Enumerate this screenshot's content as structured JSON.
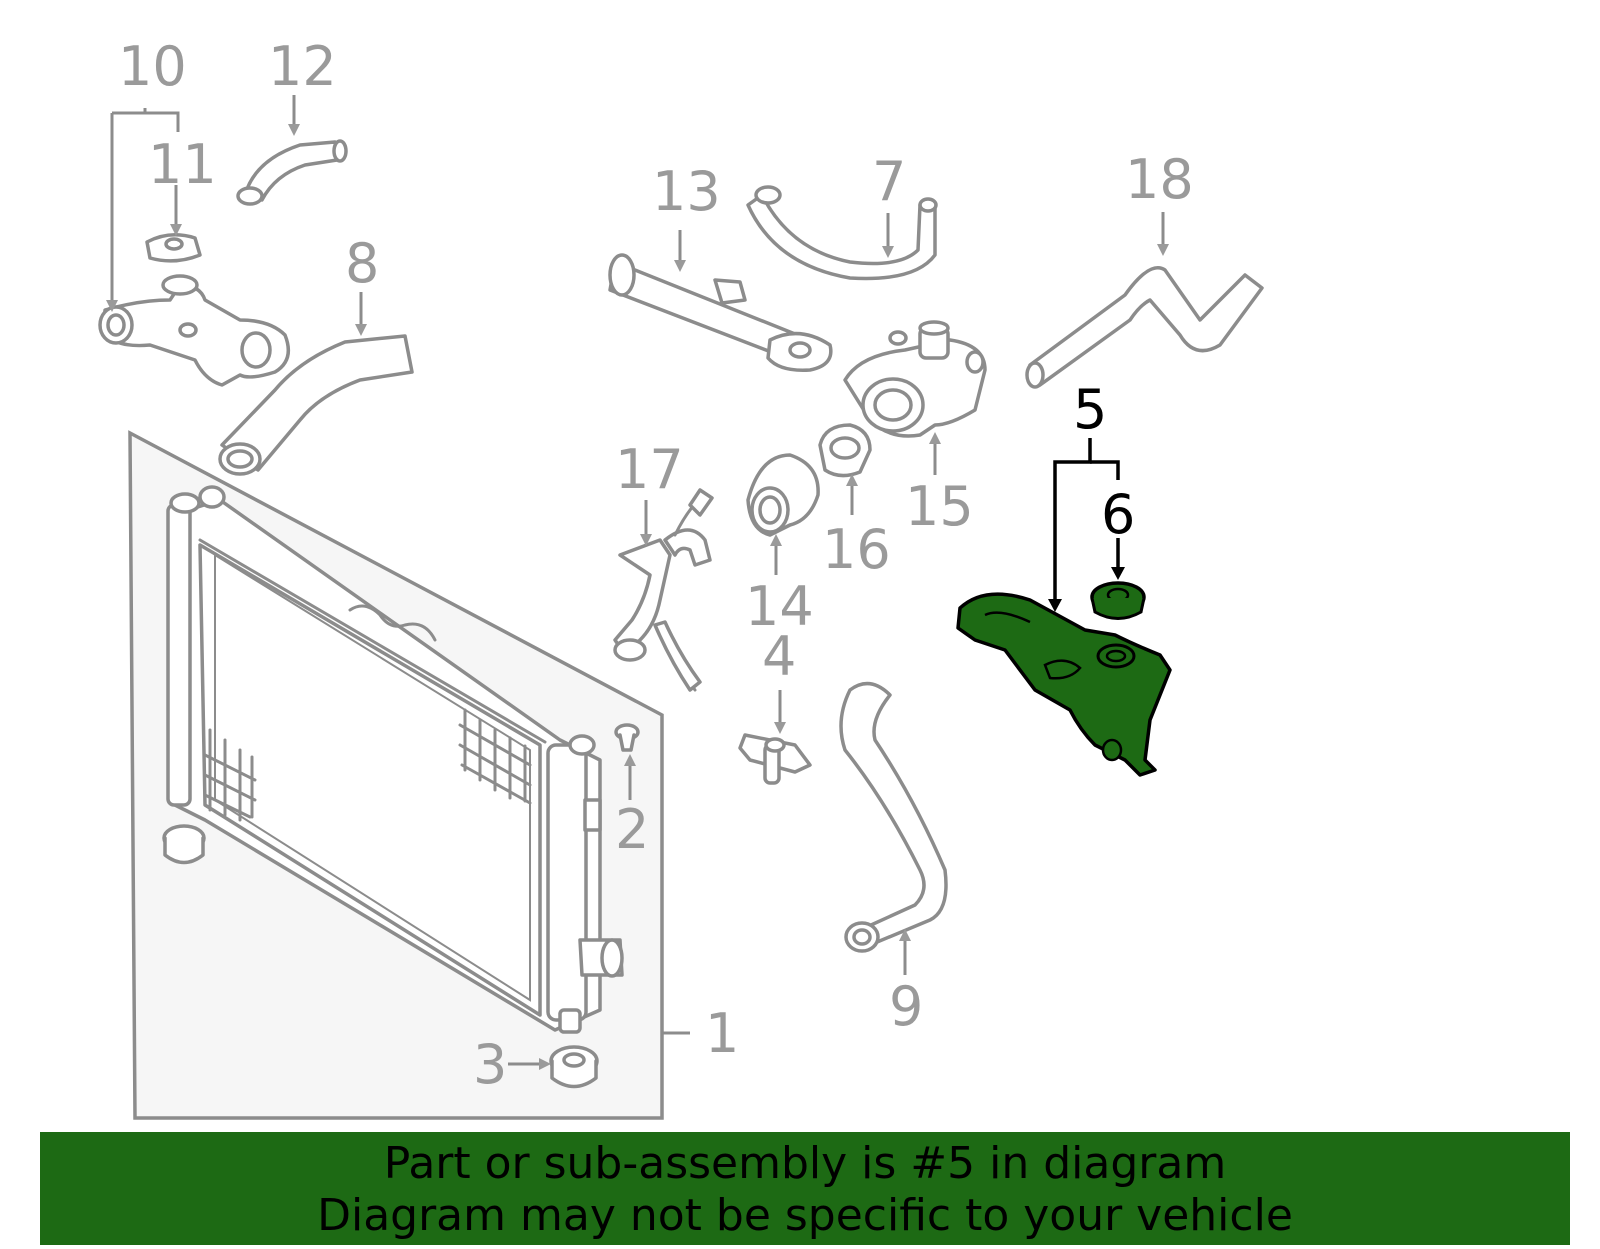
{
  "callouts": {
    "c1": "1",
    "c2": "2",
    "c3": "3",
    "c4": "4",
    "c5": "5",
    "c6": "6",
    "c7": "7",
    "c8": "8",
    "c9": "9",
    "c10": "10",
    "c11": "11",
    "c12": "12",
    "c13": "13",
    "c14": "14",
    "c15": "15",
    "c16": "16",
    "c17": "17",
    "c18": "18"
  },
  "banner": {
    "line1": "Part or sub-assembly is #5 in diagram",
    "line2": "Diagram may not be specific to your vehicle"
  },
  "colors": {
    "highlight": "#1d6a14",
    "part_outline": "#8c8c8c",
    "callout_gray": "#9a9a9a",
    "callout_active": "#000000"
  },
  "highlighted_part": "5"
}
